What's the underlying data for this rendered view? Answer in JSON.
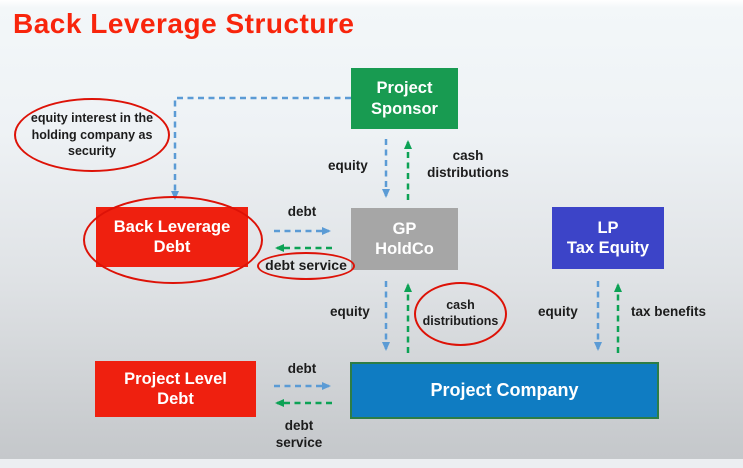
{
  "title": "Back Leverage Structure",
  "colors": {
    "title_red": "#f8250c",
    "box_red": "#ef200f",
    "box_green": "#189b51",
    "box_gray": "#a6a6a6",
    "box_indigo": "#3c44c8",
    "box_blue": "#0f7cc2",
    "box_blue_border": "#2d7d46",
    "arrow_blue": "#5b9bd5",
    "arrow_green": "#0ca255",
    "ellipse_red": "#dd1207",
    "label_text": "#1c1c1c"
  },
  "boxes": {
    "project_sponsor": "Project\nSponsor",
    "gp_holdco": "GP\nHoldCo",
    "back_leverage_debt": "Back Leverage\nDebt",
    "lp_tax_equity": "LP\nTax Equity",
    "project_level_debt": "Project Level\nDebt",
    "project_company": "Project Company"
  },
  "labels": {
    "equity_top": "equity",
    "cash_distributions_top": "cash\ndistributions",
    "debt_top": "debt",
    "debt_service_top": "debt service",
    "equity_mid": "equity",
    "cash_distributions_mid": "cash\ndistributions",
    "equity_right": "equity",
    "tax_benefits": "tax benefits",
    "debt_bottom": "debt",
    "debt_service_bottom": "debt\nservice"
  },
  "annotations": {
    "security_note": "equity interest in the\nholding company as\nsecurity"
  }
}
